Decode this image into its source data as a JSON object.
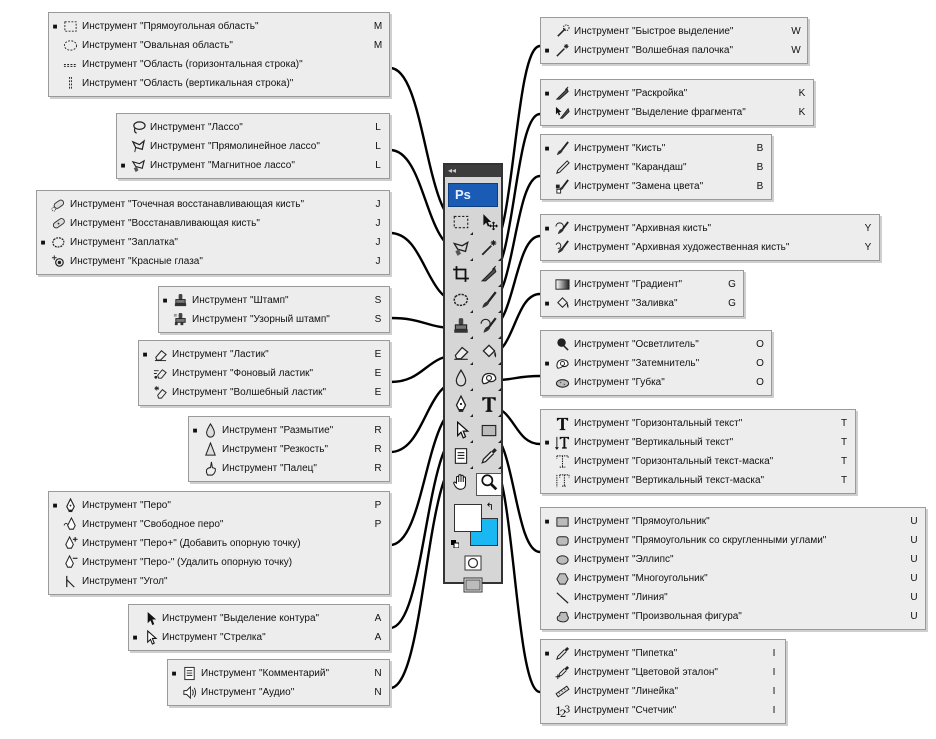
{
  "app": {
    "logo_text": "Ps",
    "collapse_glyph": "◂◂"
  },
  "colors": {
    "foreground": "#ffffff",
    "background": "#19b8f2",
    "logo_bg": "#1a5bb5",
    "flyout_bg": "#ededed"
  },
  "flyouts": [
    {
      "id": "marquee",
      "items": [
        {
          "label": "Инструмент \"Прямоугольная область\"",
          "key": "M",
          "active": true,
          "icon": "rect-marquee-icon"
        },
        {
          "label": "Инструмент \"Овальная область\"",
          "key": "M",
          "active": false,
          "icon": "ellipse-marquee-icon"
        },
        {
          "label": "Инструмент \"Область (горизонтальная строка)\"",
          "key": "",
          "active": false,
          "icon": "single-row-marquee-icon"
        },
        {
          "label": "Инструмент \"Область (вертикальная строка)\"",
          "key": "",
          "active": false,
          "icon": "single-column-marquee-icon"
        }
      ]
    },
    {
      "id": "lasso",
      "items": [
        {
          "label": "Инструмент \"Лассо\"",
          "key": "L",
          "active": false,
          "icon": "lasso-icon"
        },
        {
          "label": "Инструмент \"Прямолинейное лассо\"",
          "key": "L",
          "active": false,
          "icon": "polygonal-lasso-icon"
        },
        {
          "label": "Инструмент \"Магнитное лассо\"",
          "key": "L",
          "active": true,
          "icon": "magnetic-lasso-icon"
        }
      ]
    },
    {
      "id": "healing",
      "items": [
        {
          "label": "Инструмент \"Точечная восстанавливающая кисть\"",
          "key": "J",
          "active": false,
          "icon": "spot-healing-icon"
        },
        {
          "label": "Инструмент \"Восстанавливающая кисть\"",
          "key": "J",
          "active": false,
          "icon": "healing-brush-icon"
        },
        {
          "label": "Инструмент \"Заплатка\"",
          "key": "J",
          "active": true,
          "icon": "patch-icon"
        },
        {
          "label": "Инструмент \"Красные глаза\"",
          "key": "J",
          "active": false,
          "icon": "red-eye-icon"
        }
      ]
    },
    {
      "id": "stamp",
      "items": [
        {
          "label": "Инструмент \"Штамп\"",
          "key": "S",
          "active": true,
          "icon": "clone-stamp-icon"
        },
        {
          "label": "Инструмент \"Узорный штамп\"",
          "key": "S",
          "active": false,
          "icon": "pattern-stamp-icon"
        }
      ]
    },
    {
      "id": "eraser",
      "items": [
        {
          "label": "Инструмент \"Ластик\"",
          "key": "E",
          "active": true,
          "icon": "eraser-icon"
        },
        {
          "label": "Инструмент \"Фоновый ластик\"",
          "key": "E",
          "active": false,
          "icon": "background-eraser-icon"
        },
        {
          "label": "Инструмент \"Волшебный ластик\"",
          "key": "E",
          "active": false,
          "icon": "magic-eraser-icon"
        }
      ]
    },
    {
      "id": "blur",
      "items": [
        {
          "label": "Инструмент \"Размытие\"",
          "key": "R",
          "active": true,
          "icon": "blur-icon"
        },
        {
          "label": "Инструмент \"Резкость\"",
          "key": "R",
          "active": false,
          "icon": "sharpen-icon"
        },
        {
          "label": "Инструмент \"Палец\"",
          "key": "R",
          "active": false,
          "icon": "smudge-icon"
        }
      ]
    },
    {
      "id": "pen",
      "items": [
        {
          "label": "Инструмент \"Перо\"",
          "key": "P",
          "active": true,
          "icon": "pen-icon"
        },
        {
          "label": "Инструмент \"Свободное перо\"",
          "key": "P",
          "active": false,
          "icon": "freeform-pen-icon"
        },
        {
          "label": "Инструмент \"Перо+\" (Добавить опорную точку)",
          "key": "",
          "active": false,
          "icon": "add-anchor-icon"
        },
        {
          "label": "Инструмент \"Перо-\" (Удалить опорную точку)",
          "key": "",
          "active": false,
          "icon": "delete-anchor-icon"
        },
        {
          "label": "Инструмент \"Угол\"",
          "key": "",
          "active": false,
          "icon": "convert-point-icon"
        }
      ]
    },
    {
      "id": "selection",
      "items": [
        {
          "label": "Инструмент \"Выделение контура\"",
          "key": "A",
          "active": false,
          "icon": "path-selection-icon"
        },
        {
          "label": "Инструмент \"Стрелка\"",
          "key": "A",
          "active": true,
          "icon": "direct-selection-icon"
        }
      ]
    },
    {
      "id": "notes",
      "items": [
        {
          "label": "Инструмент \"Комментарий\"",
          "key": "N",
          "active": true,
          "icon": "note-icon"
        },
        {
          "label": "Инструмент \"Аудио\"",
          "key": "N",
          "active": false,
          "icon": "audio-annotation-icon"
        }
      ]
    },
    {
      "id": "quickselect",
      "items": [
        {
          "label": "Инструмент \"Быстрое выделение\"",
          "key": "W",
          "active": false,
          "icon": "quick-selection-icon"
        },
        {
          "label": "Инструмент \"Волшебная палочка\"",
          "key": "W",
          "active": true,
          "icon": "magic-wand-icon"
        }
      ]
    },
    {
      "id": "slice",
      "items": [
        {
          "label": "Инструмент \"Раскройка\"",
          "key": "K",
          "active": true,
          "icon": "slice-icon"
        },
        {
          "label": "Инструмент \"Выделение фрагмента\"",
          "key": "K",
          "active": false,
          "icon": "slice-select-icon"
        }
      ]
    },
    {
      "id": "brush",
      "items": [
        {
          "label": "Инструмент \"Кисть\"",
          "key": "B",
          "active": true,
          "icon": "brush-icon"
        },
        {
          "label": "Инструмент \"Карандаш\"",
          "key": "B",
          "active": false,
          "icon": "pencil-icon"
        },
        {
          "label": "Инструмент \"Замена цвета\"",
          "key": "B",
          "active": false,
          "icon": "color-replacement-icon"
        }
      ]
    },
    {
      "id": "history",
      "items": [
        {
          "label": "Инструмент \"Архивная кисть\"",
          "key": "Y",
          "active": true,
          "icon": "history-brush-icon"
        },
        {
          "label": "Инструмент \"Архивная художественная кисть\"",
          "key": "Y",
          "active": false,
          "icon": "art-history-brush-icon"
        }
      ]
    },
    {
      "id": "gradient",
      "items": [
        {
          "label": "Инструмент \"Градиент\"",
          "key": "G",
          "active": false,
          "icon": "gradient-icon"
        },
        {
          "label": "Инструмент \"Заливка\"",
          "key": "G",
          "active": true,
          "icon": "paint-bucket-icon"
        }
      ]
    },
    {
      "id": "dodge",
      "items": [
        {
          "label": "Инструмент \"Осветлитель\"",
          "key": "O",
          "active": false,
          "icon": "dodge-icon"
        },
        {
          "label": "Инструмент \"Затемнитель\"",
          "key": "O",
          "active": true,
          "icon": "burn-icon"
        },
        {
          "label": "Инструмент \"Губка\"",
          "key": "O",
          "active": false,
          "icon": "sponge-icon"
        }
      ]
    },
    {
      "id": "type",
      "items": [
        {
          "label": "Инструмент \"Горизонтальный текст\"",
          "key": "T",
          "active": false,
          "icon": "horizontal-type-icon"
        },
        {
          "label": "Инструмент \"Вертикальный текст\"",
          "key": "T",
          "active": true,
          "icon": "vertical-type-icon"
        },
        {
          "label": "Инструмент \"Горизонтальный текст-маска\"",
          "key": "T",
          "active": false,
          "icon": "horizontal-type-mask-icon"
        },
        {
          "label": "Инструмент \"Вертикальный текст-маска\"",
          "key": "T",
          "active": false,
          "icon": "vertical-type-mask-icon"
        }
      ]
    },
    {
      "id": "shape",
      "items": [
        {
          "label": "Инструмент \"Прямоугольник\"",
          "key": "U",
          "active": true,
          "icon": "rectangle-shape-icon"
        },
        {
          "label": "Инструмент \"Прямоугольник со скругленными углами\"",
          "key": "U",
          "active": false,
          "icon": "rounded-rectangle-icon"
        },
        {
          "label": "Инструмент \"Эллипс\"",
          "key": "U",
          "active": false,
          "icon": "ellipse-shape-icon"
        },
        {
          "label": "Инструмент \"Многоугольник\"",
          "key": "U",
          "active": false,
          "icon": "polygon-icon"
        },
        {
          "label": "Инструмент \"Линия\"",
          "key": "U",
          "active": false,
          "icon": "line-icon"
        },
        {
          "label": "Инструмент \"Произвольная фигура\"",
          "key": "U",
          "active": false,
          "icon": "custom-shape-icon"
        }
      ]
    },
    {
      "id": "eyedropper",
      "items": [
        {
          "label": "Инструмент \"Пипетка\"",
          "key": "I",
          "active": true,
          "icon": "eyedropper-icon"
        },
        {
          "label": "Инструмент \"Цветовой эталон\"",
          "key": "I",
          "active": false,
          "icon": "color-sampler-icon"
        },
        {
          "label": "Инструмент \"Линейка\"",
          "key": "I",
          "active": false,
          "icon": "ruler-icon"
        },
        {
          "label": "Инструмент \"Счетчик\"",
          "key": "I",
          "active": false,
          "icon": "count-icon"
        }
      ]
    }
  ],
  "toolbar": {
    "tools": [
      {
        "icon": "rect-marquee-icon",
        "flyout": "marquee"
      },
      {
        "icon": "move-icon",
        "flyout": ""
      },
      {
        "icon": "magnetic-lasso-icon",
        "flyout": "lasso"
      },
      {
        "icon": "magic-wand-icon",
        "flyout": "quickselect"
      },
      {
        "icon": "crop-icon",
        "flyout": ""
      },
      {
        "icon": "slice-icon",
        "flyout": "slice"
      },
      {
        "icon": "patch-icon",
        "flyout": "healing"
      },
      {
        "icon": "brush-icon",
        "flyout": "brush"
      },
      {
        "icon": "clone-stamp-icon",
        "flyout": "stamp"
      },
      {
        "icon": "history-brush-icon",
        "flyout": "history"
      },
      {
        "icon": "eraser-icon",
        "flyout": "eraser"
      },
      {
        "icon": "paint-bucket-icon",
        "flyout": "gradient"
      },
      {
        "icon": "blur-icon",
        "flyout": "blur"
      },
      {
        "icon": "burn-icon",
        "flyout": "dodge"
      },
      {
        "icon": "pen-icon",
        "flyout": "pen"
      },
      {
        "icon": "horizontal-type-icon",
        "flyout": "type"
      },
      {
        "icon": "direct-selection-icon",
        "flyout": "selection"
      },
      {
        "icon": "rectangle-shape-icon",
        "flyout": "shape"
      },
      {
        "icon": "note-icon",
        "flyout": "notes"
      },
      {
        "icon": "eyedropper-icon",
        "flyout": "eyedropper"
      },
      {
        "icon": "hand-icon",
        "flyout": ""
      },
      {
        "icon": "zoom-icon",
        "flyout": ""
      }
    ]
  }
}
